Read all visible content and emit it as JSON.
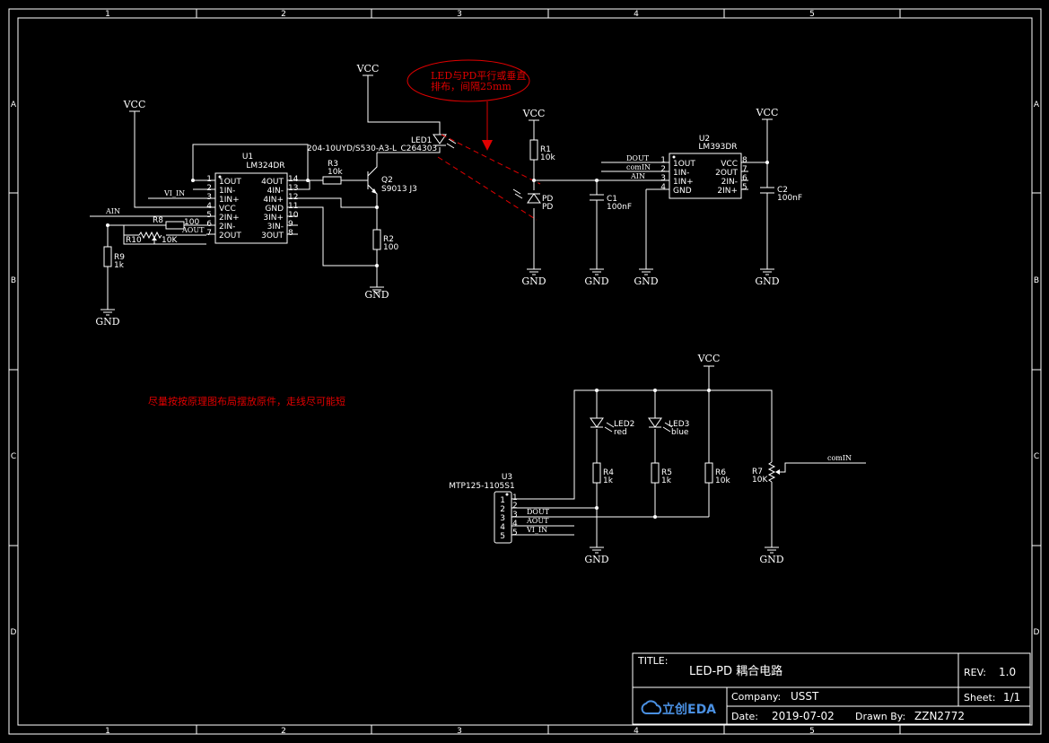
{
  "frame": {
    "columns": [
      "1",
      "2",
      "3",
      "4",
      "5"
    ],
    "rows": [
      "A",
      "B",
      "C",
      "D"
    ]
  },
  "labels": {
    "vcc": "VCC",
    "gnd": "GND"
  },
  "components": {
    "u1_ref": "U1",
    "u1_part": "LM324DR",
    "u1_pins_left": [
      "1OUT",
      "1IN-",
      "1IN+",
      "VCC",
      "2IN+",
      "2IN-",
      "2OUT"
    ],
    "u1_pins_right": [
      "4OUT",
      "4IN-",
      "4IN+",
      "GND",
      "3IN+",
      "3IN-",
      "3OUT"
    ],
    "u1_nums_left": [
      "1",
      "2",
      "3",
      "4",
      "5",
      "6",
      "7"
    ],
    "u1_nums_right": [
      "14",
      "13",
      "12",
      "11",
      "10",
      "9",
      "8"
    ],
    "u2_ref": "U2",
    "u2_part": "LM393DR",
    "u2_pins_left": [
      "1OUT",
      "1IN-",
      "1IN+",
      "GND"
    ],
    "u2_pins_right": [
      "VCC",
      "2OUT",
      "2IN-",
      "2IN+"
    ],
    "u2_nums_left": [
      "1",
      "2",
      "3",
      "4"
    ],
    "u2_nums_right": [
      "8",
      "7",
      "6",
      "5"
    ],
    "u3_ref": "U3",
    "u3_part": "MTP125-1105S1",
    "u3_nums": [
      "1",
      "2",
      "3",
      "4",
      "5"
    ],
    "led1_ref": "LED1",
    "led1_part": "204-10UYD/S530-A3-L_C264303",
    "pd_ref": "PD",
    "pd_val": "PD",
    "q2_ref": "Q2",
    "q2_part": "S9013 J3",
    "r1": "R1",
    "r1_val": "10k",
    "r2": "R2",
    "r2_val": "100",
    "r3": "R3",
    "r3_val": "10k",
    "r4": "R4",
    "r4_val": "1k",
    "r5": "R5",
    "r5_val": "1k",
    "r6": "R6",
    "r6_val": "10k",
    "r7": "R7",
    "r7_val": "10K",
    "r8": "R8",
    "r8_val": "100",
    "r9": "R9",
    "r9_val": "1k",
    "r10": "R10",
    "r10_val": "10K",
    "c1": "C1",
    "c1_val": "100nF",
    "c2": "C2",
    "c2_val": "100nF",
    "led2": "LED2",
    "led2_val": "red",
    "led3": "LED3",
    "led3_val": "blue"
  },
  "nets": {
    "ain": "AIN",
    "vi_in": "VI_IN",
    "aout": "AOUT",
    "dout": "DOUT",
    "comin": "comIN"
  },
  "annotations": {
    "bubble_line1": "LED与PD平行或垂直",
    "bubble_line2": "排布，间隔25mm",
    "layout_note": "尽量按按原理图布局摆放原件，走线尽可能短"
  },
  "title_block": {
    "title_label": "TITLE:",
    "title": "LED-PD 耦合电路",
    "rev_label": "REV:",
    "rev": "1.0",
    "company_label": "Company:",
    "company": "USST",
    "sheet_label": "Sheet:",
    "sheet": "1/1",
    "date_label": "Date:",
    "date": "2019-07-02",
    "drawn_label": "Drawn By:",
    "drawn": "ZZN2772",
    "logo_text": "立创EDA"
  }
}
